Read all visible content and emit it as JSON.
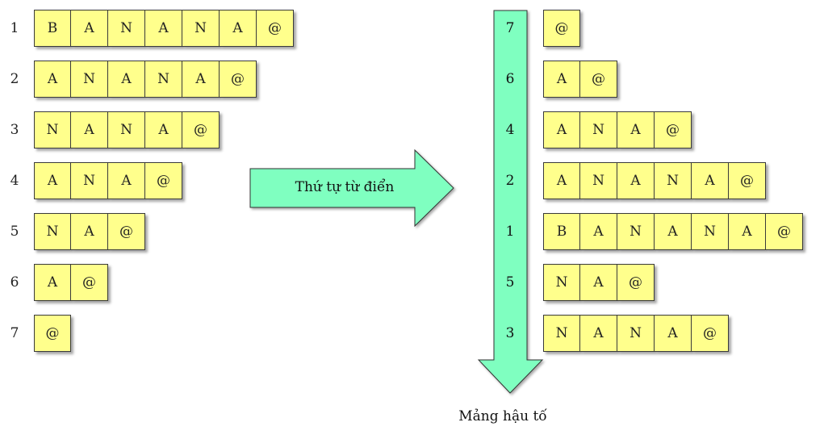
{
  "left_rows": [
    {
      "num": "1",
      "chars": [
        "B",
        "A",
        "N",
        "A",
        "N",
        "A",
        "@"
      ]
    },
    {
      "num": "2",
      "chars": [
        "A",
        "N",
        "A",
        "N",
        "A",
        "@"
      ]
    },
    {
      "num": "3",
      "chars": [
        "N",
        "A",
        "N",
        "A",
        "@"
      ]
    },
    {
      "num": "4",
      "chars": [
        "A",
        "N",
        "A",
        "@"
      ]
    },
    {
      "num": "5",
      "chars": [
        "N",
        "A",
        "@"
      ]
    },
    {
      "num": "6",
      "chars": [
        "A",
        "@"
      ]
    },
    {
      "num": "7",
      "chars": [
        "@"
      ]
    }
  ],
  "sorted_rows": [
    {
      "num": "7",
      "chars": [
        "@"
      ]
    },
    {
      "num": "6",
      "chars": [
        "A",
        "@"
      ]
    },
    {
      "num": "4",
      "chars": [
        "A",
        "N",
        "A",
        "@"
      ]
    },
    {
      "num": "2",
      "chars": [
        "A",
        "N",
        "A",
        "N",
        "A",
        "@"
      ]
    },
    {
      "num": "1",
      "chars": [
        "B",
        "A",
        "N",
        "A",
        "N",
        "A",
        "@"
      ]
    },
    {
      "num": "5",
      "chars": [
        "N",
        "A",
        "@"
      ]
    },
    {
      "num": "3",
      "chars": [
        "N",
        "A",
        "N",
        "A",
        "@"
      ]
    }
  ],
  "arrow_label": "Thứ tự từ điển",
  "caption": "Mảng hậu tố",
  "colors": {
    "cell_fill": "#ffff8c",
    "arrow_fill": "#7fffc0",
    "border": "#3a3a3a"
  }
}
